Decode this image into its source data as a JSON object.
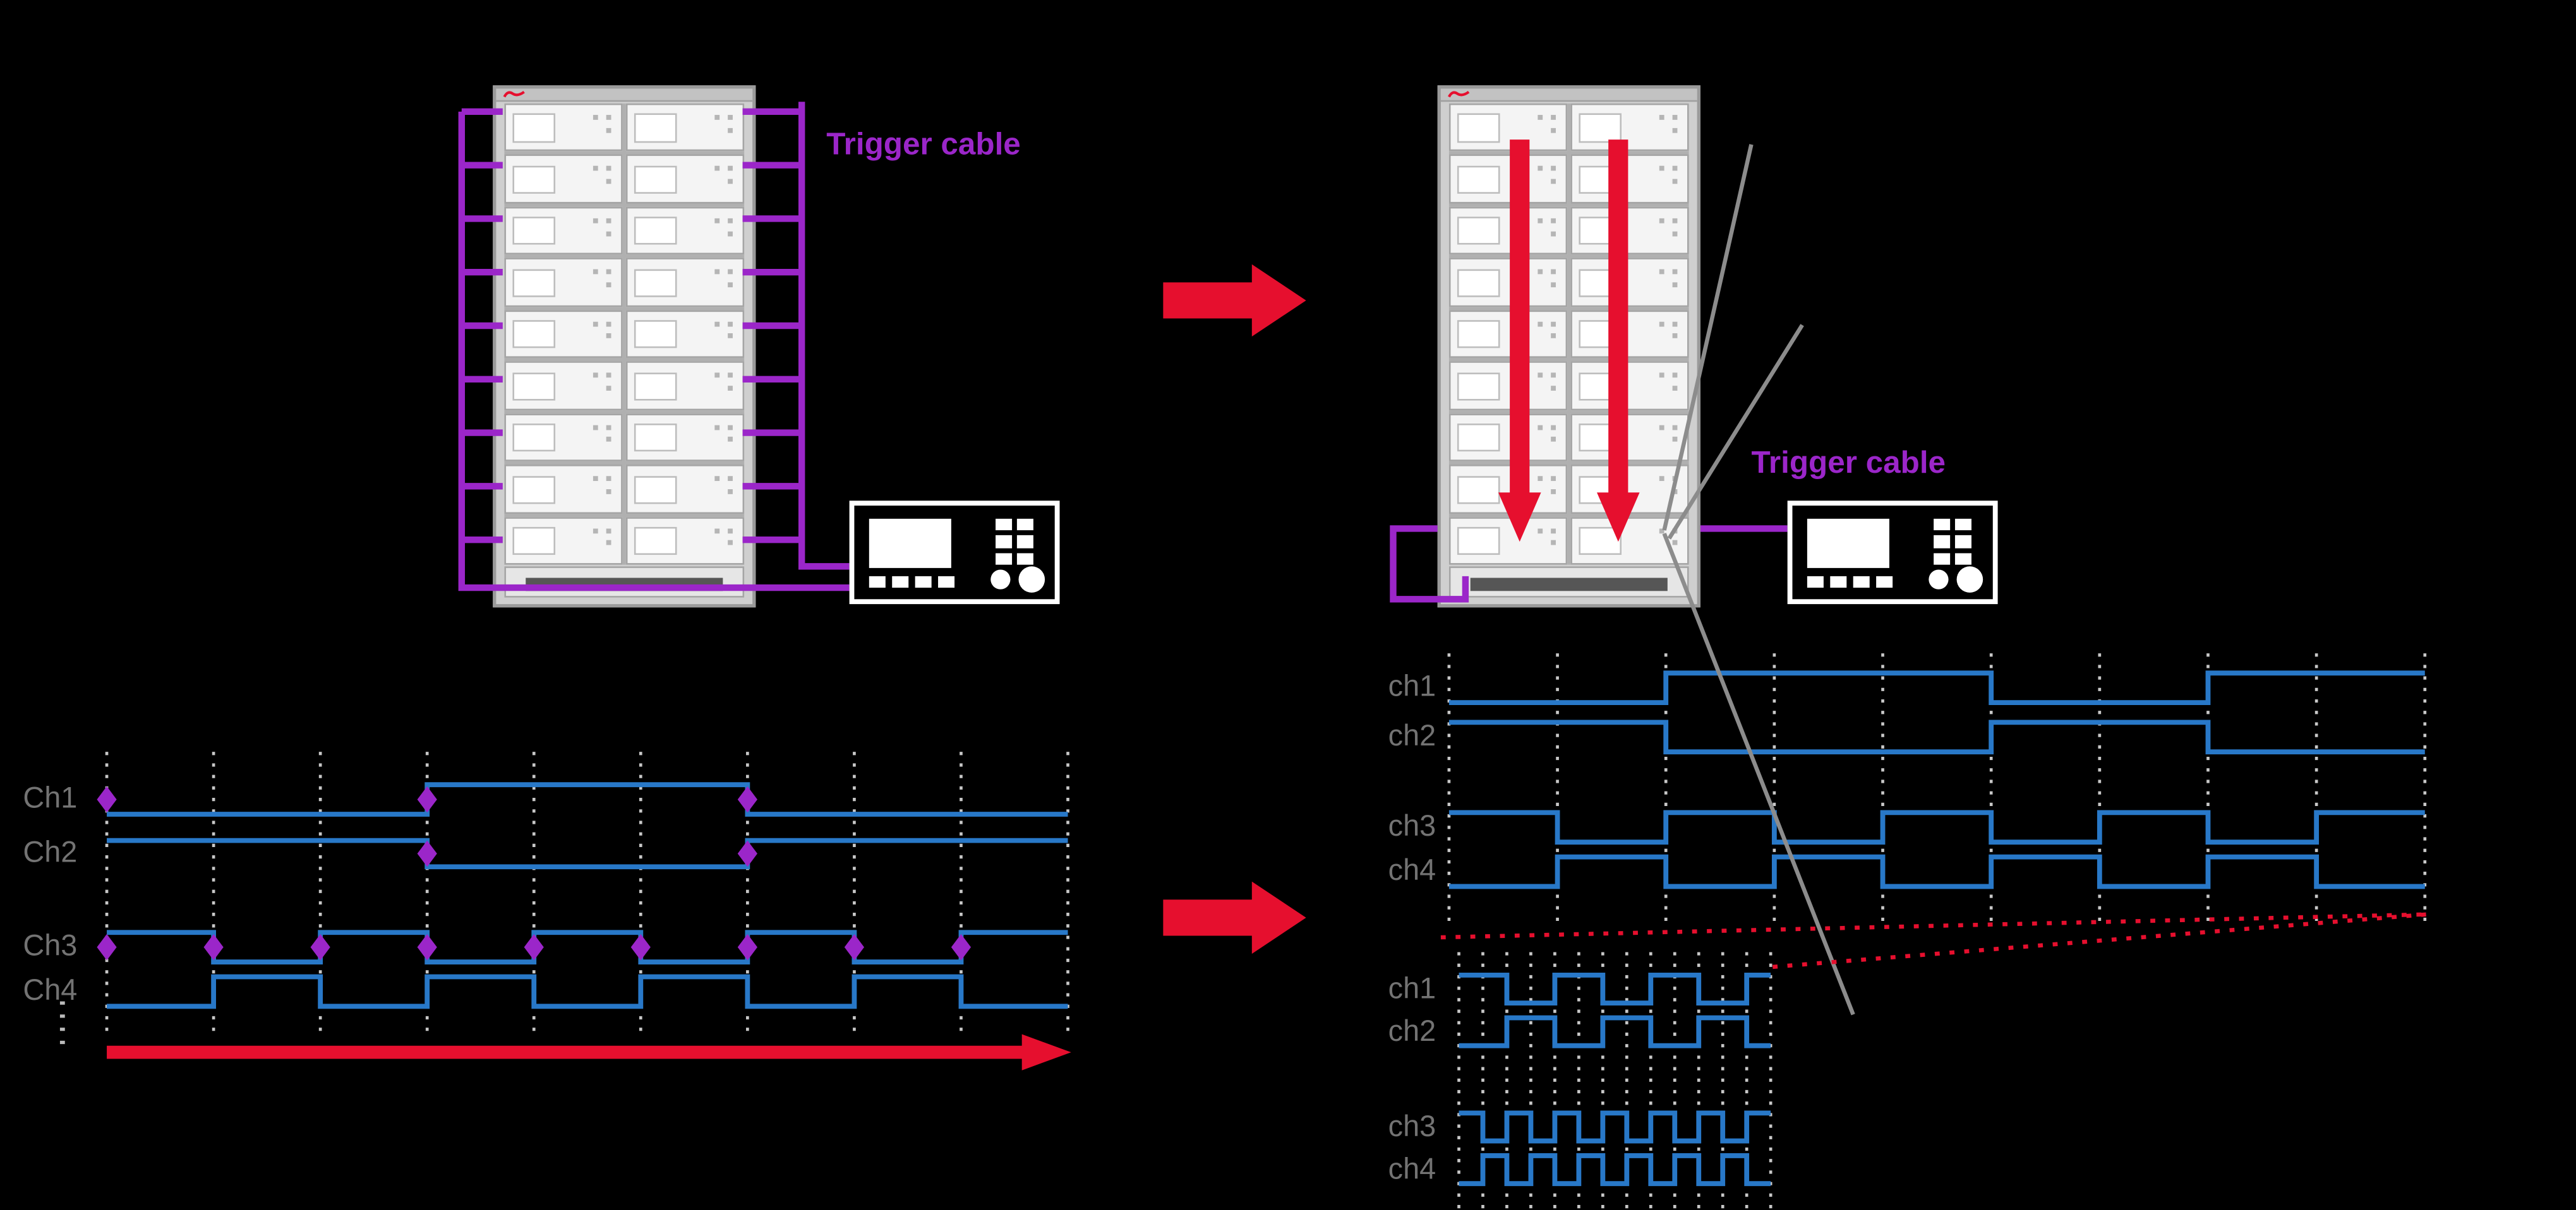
{
  "colors": {
    "background": "#000000",
    "purple": "#9b26c9",
    "red": "#e60f2e",
    "blue": "#2878c8",
    "label_gray": "#737373",
    "grid_gray": "#c8c8c8",
    "callout_gray": "#8c8c8c"
  },
  "top_left_rack": {
    "rows": 9,
    "columns": 2,
    "trigger_cable_label": "Trigger cable"
  },
  "top_right_rack": {
    "rows": 9,
    "columns": 2,
    "trigger_cable_label": "Trigger cable"
  },
  "left_timing_diagram": {
    "channels": [
      {
        "label": "Ch1",
        "bits": [
          0,
          0,
          0,
          1,
          1,
          1,
          0,
          0,
          0
        ]
      },
      {
        "label": "Ch2",
        "bits": [
          1,
          1,
          1,
          0,
          0,
          0,
          1,
          1,
          1
        ]
      },
      {
        "label": "Ch3",
        "bits": [
          1,
          0,
          1,
          0,
          1,
          0,
          1,
          0,
          1
        ]
      },
      {
        "label": "Ch4",
        "bits": [
          0,
          1,
          0,
          1,
          0,
          1,
          0,
          1,
          0
        ]
      }
    ],
    "trigger_marker_lines": {
      "ch1": [
        0,
        3,
        6
      ],
      "ch2": [
        3,
        6
      ],
      "ch34": [
        0,
        1,
        2,
        3,
        4,
        5,
        6,
        7,
        8
      ]
    }
  },
  "right_timing_diagram": {
    "channels": [
      {
        "label": "ch1",
        "bits": [
          0,
          0,
          1,
          1,
          1,
          0,
          0,
          1,
          1
        ]
      },
      {
        "label": "ch2",
        "bits": [
          1,
          1,
          0,
          0,
          0,
          1,
          1,
          0,
          0
        ]
      },
      {
        "label": "ch3",
        "bits": [
          1,
          0,
          1,
          0,
          1,
          0,
          1,
          0,
          1
        ]
      },
      {
        "label": "ch4",
        "bits": [
          0,
          1,
          0,
          1,
          0,
          1,
          0,
          1,
          0
        ]
      }
    ]
  },
  "zoom_timing_diagram": {
    "channels": [
      {
        "label": "ch1",
        "bits": [
          1,
          1,
          0,
          0,
          1,
          1,
          0,
          0,
          1,
          1,
          0,
          0,
          1
        ]
      },
      {
        "label": "ch2",
        "bits": [
          0,
          0,
          1,
          1,
          0,
          0,
          1,
          1,
          0,
          0,
          1,
          1,
          0
        ]
      },
      {
        "label": "ch3",
        "bits": [
          1,
          0,
          1,
          0,
          1,
          0,
          1,
          0,
          1,
          0,
          1,
          0,
          1
        ]
      },
      {
        "label": "ch4",
        "bits": [
          0,
          1,
          0,
          1,
          0,
          1,
          0,
          1,
          0,
          1,
          0,
          1,
          0
        ]
      }
    ]
  }
}
